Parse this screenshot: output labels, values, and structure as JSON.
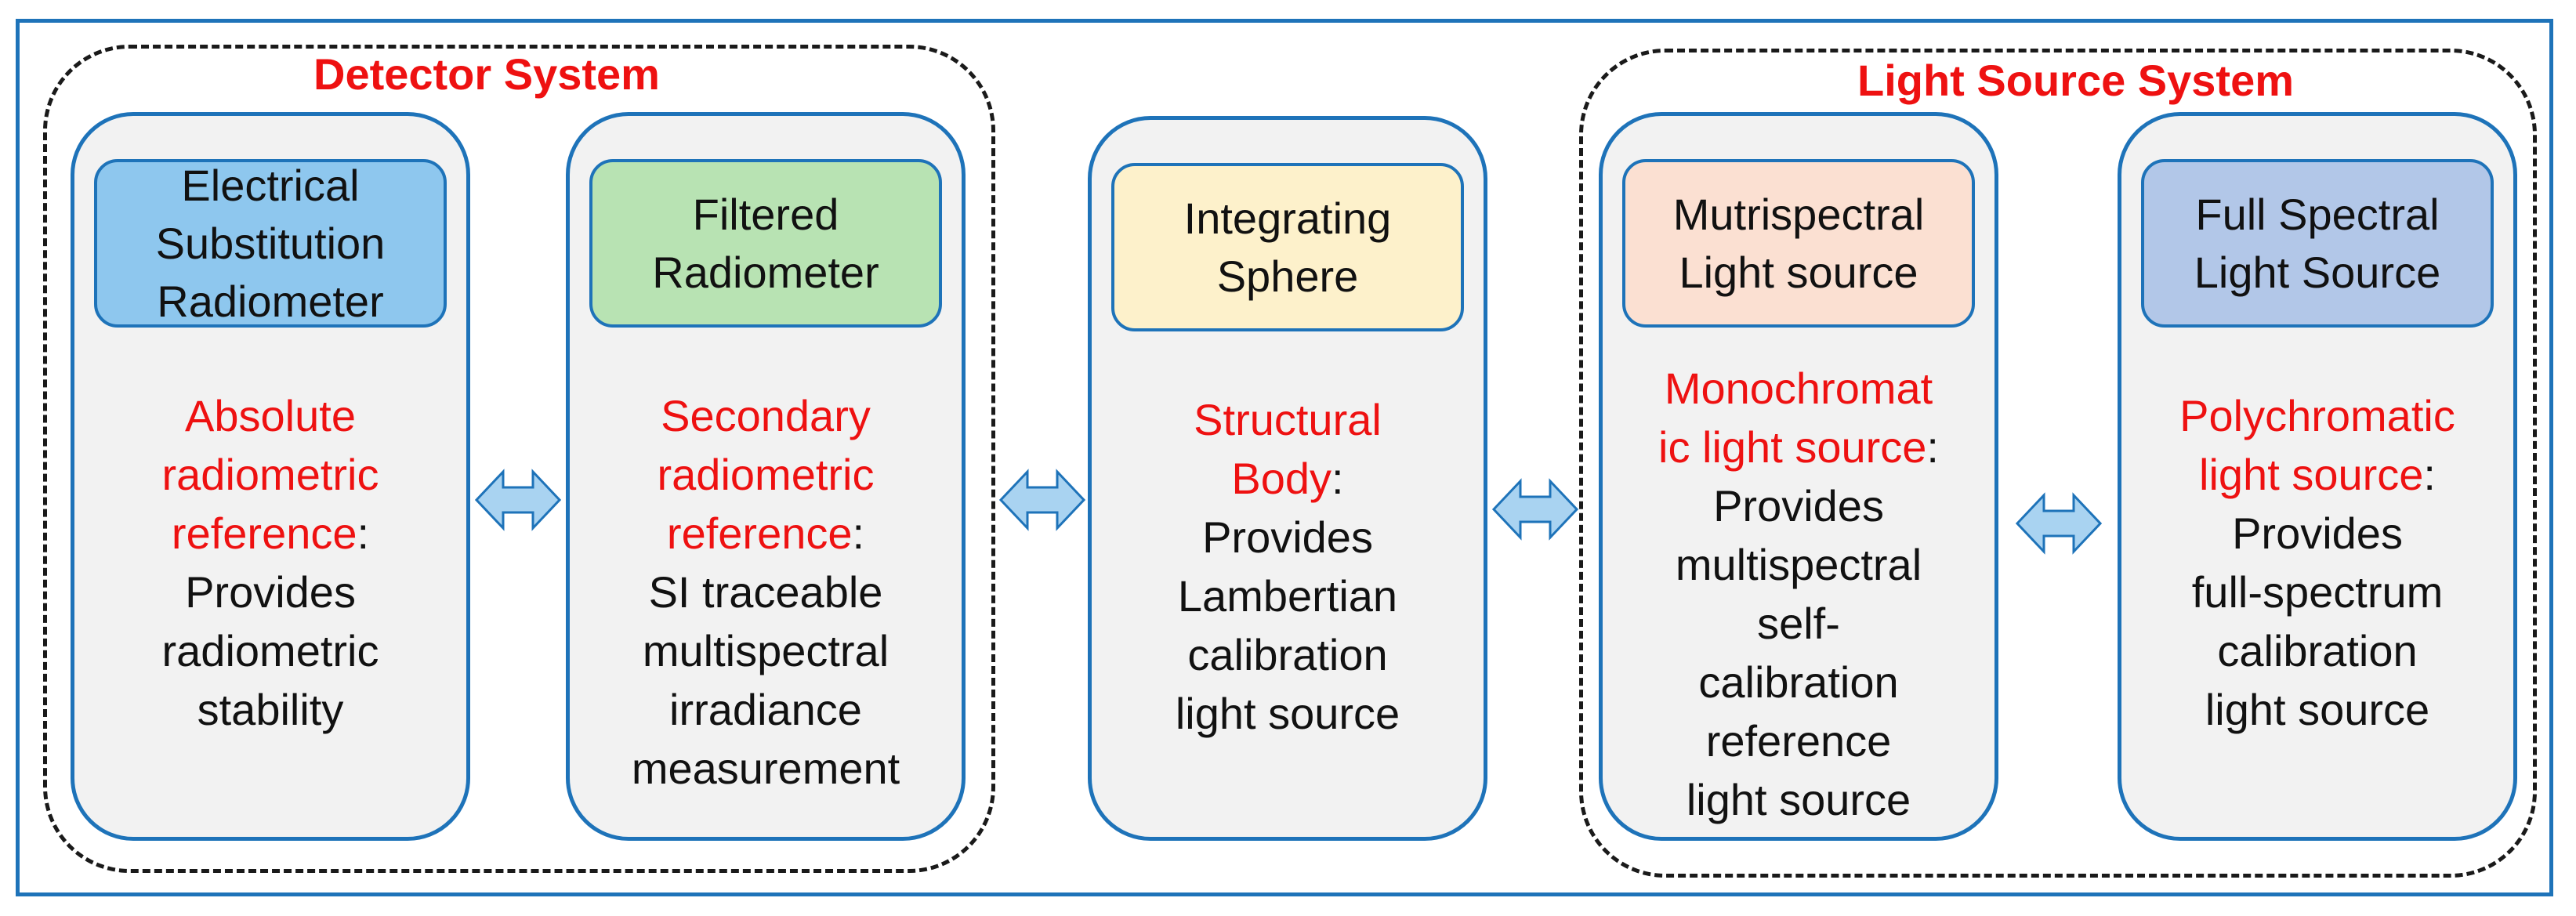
{
  "groups": [
    {
      "id": "detector",
      "title": "Detector System"
    },
    {
      "id": "light",
      "title": "Light Source System"
    }
  ],
  "boxes": [
    {
      "id": "esr",
      "header": [
        "Electrical",
        "Substitution",
        "Radiometer"
      ],
      "header_color": "#8ec7ee",
      "desc_red": [
        "Absolute",
        "radiometric",
        "reference"
      ],
      "desc_colon": ":",
      "desc_black": [
        "Provides",
        "radiometric",
        "stability"
      ]
    },
    {
      "id": "fr",
      "header": [
        "Filtered",
        "Radiometer"
      ],
      "header_color": "#b8e3b3",
      "desc_red": [
        "Secondary",
        "radiometric",
        "reference"
      ],
      "desc_colon": ":",
      "desc_black": [
        "SI traceable",
        "multispectral",
        "irradiance",
        "measurement"
      ]
    },
    {
      "id": "is",
      "header": [
        "Integrating",
        "Sphere"
      ],
      "header_color": "#fdf1cb",
      "desc_red": [
        "Structural",
        "Body"
      ],
      "desc_colon": ":",
      "desc_black": [
        "Provides",
        "Lambertian",
        "calibration",
        "light source"
      ]
    },
    {
      "id": "msl",
      "header": [
        "Mutrispectral",
        "Light source"
      ],
      "header_color": "#fbe0d2",
      "desc_red": [
        "Monochromat",
        "ic light source"
      ],
      "desc_colon": ":",
      "desc_black": [
        "Provides",
        "multispectral",
        "self-",
        "calibration",
        "reference",
        "light source"
      ]
    },
    {
      "id": "fsl",
      "header": [
        "Full Spectral",
        "Light Source"
      ],
      "header_color": "#b2c7e8",
      "desc_red": [
        "Polychromatic",
        "light source"
      ],
      "desc_colon": ":",
      "desc_black": [
        "Provides",
        "full-spectrum",
        "calibration",
        "light source"
      ]
    }
  ],
  "colors": {
    "frame": "#1e73b9",
    "accent_text": "#ee1111",
    "box_fill": "#f2f2f2",
    "arrow_fill": "#a9d3f1"
  }
}
